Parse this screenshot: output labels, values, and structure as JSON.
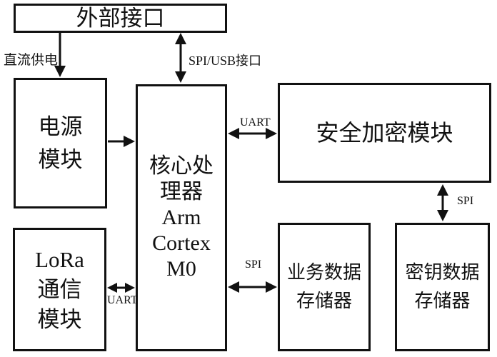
{
  "diagram": {
    "background_color": "#ffffff",
    "line_color": "#111111",
    "text_color": "#111111",
    "blocks": {
      "external_interface": {
        "label": "外部接口"
      },
      "power_module": {
        "label": "电源\n模块"
      },
      "core_processor": {
        "label": "核心处\n理器\nArm\nCortex\nM0"
      },
      "security_module": {
        "label": "安全加密模块"
      },
      "lora_module": {
        "label": "LoRa\n通信\n模块"
      },
      "business_storage": {
        "label": "业务数据\n存储器"
      },
      "key_storage": {
        "label": "密钥数据\n存储器"
      }
    },
    "connections": [
      {
        "id": "dc-power",
        "label": "直流供电",
        "from": "外部接口",
        "to": "电源模块",
        "direction": "one-way"
      },
      {
        "id": "spi-usb",
        "label": "SPI/USB接口",
        "from": "外部接口",
        "to": "核心处理器",
        "direction": "two-way"
      },
      {
        "id": "power-core",
        "label": "",
        "from": "电源模块",
        "to": "核心处理器",
        "direction": "one-way"
      },
      {
        "id": "core-security-uart",
        "label": "UART",
        "from": "核心处理器",
        "to": "安全加密模块",
        "direction": "two-way"
      },
      {
        "id": "security-key-spi",
        "label": "SPI",
        "from": "安全加密模块",
        "to": "密钥数据存储器",
        "direction": "two-way"
      },
      {
        "id": "core-business-spi",
        "label": "SPI",
        "from": "核心处理器",
        "to": "业务数据存储器",
        "direction": "two-way"
      },
      {
        "id": "lora-core-uart",
        "label": "UART",
        "from": "LoRa通信模块",
        "to": "核心处理器",
        "direction": "two-way"
      }
    ]
  }
}
